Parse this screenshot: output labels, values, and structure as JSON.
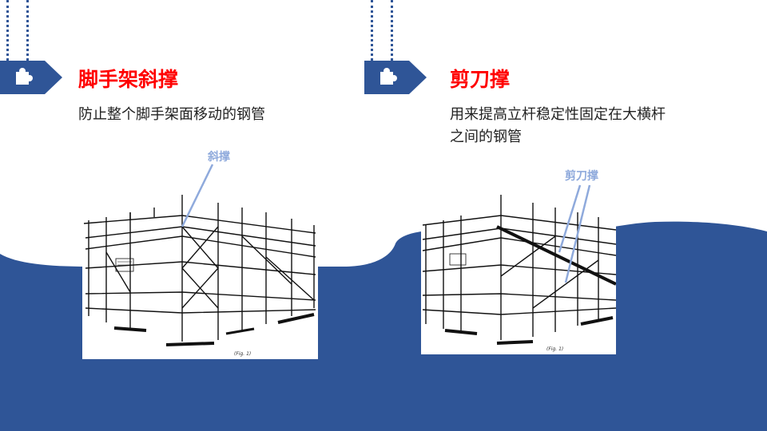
{
  "colors": {
    "accent": "#2f5597",
    "title": "#ff0000",
    "callout": "#8faadc"
  },
  "left": {
    "icon": "puzzle-icon",
    "title": "脚手架斜撑",
    "description": "防止整个脚手架面移动的钢管",
    "callout": "斜撑",
    "fig_caption": "(Fig. 1)"
  },
  "right": {
    "icon": "puzzle-icon",
    "title": "剪刀撑",
    "description": "用来提高立杆稳定性固定在大横杆之间的钢管",
    "callout": "剪刀撑",
    "fig_caption": "(Fig. 1)"
  }
}
